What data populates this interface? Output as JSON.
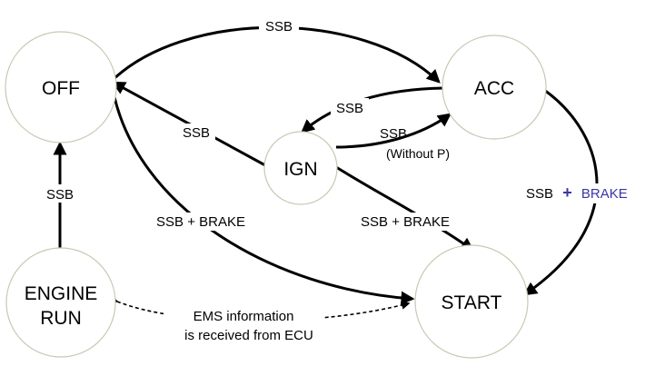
{
  "colors": {
    "circle_stroke": "#c8c8b4",
    "arrow": "#000000",
    "brake_accent": "#3a36a8"
  },
  "states": {
    "off": "OFF",
    "acc": "ACC",
    "ign": "IGN",
    "start": "START",
    "engine_run_line1": "ENGINE",
    "engine_run_line2": "RUN"
  },
  "transitions": {
    "off_to_acc": "SSB",
    "acc_to_ign": "SSB",
    "ign_to_off": "SSB",
    "ign_to_acc_line1": "SSB",
    "ign_to_acc_line2": "(Without P)",
    "engine_run_to_off": "SSB",
    "off_to_start": "SSB + BRAKE",
    "ign_to_start": "SSB + BRAKE",
    "acc_to_start_ssb": "SSB",
    "acc_to_start_plus": "+",
    "acc_to_start_brake": "BRAKE",
    "ems_line1": "EMS information",
    "ems_line2": "is received from ECU"
  }
}
